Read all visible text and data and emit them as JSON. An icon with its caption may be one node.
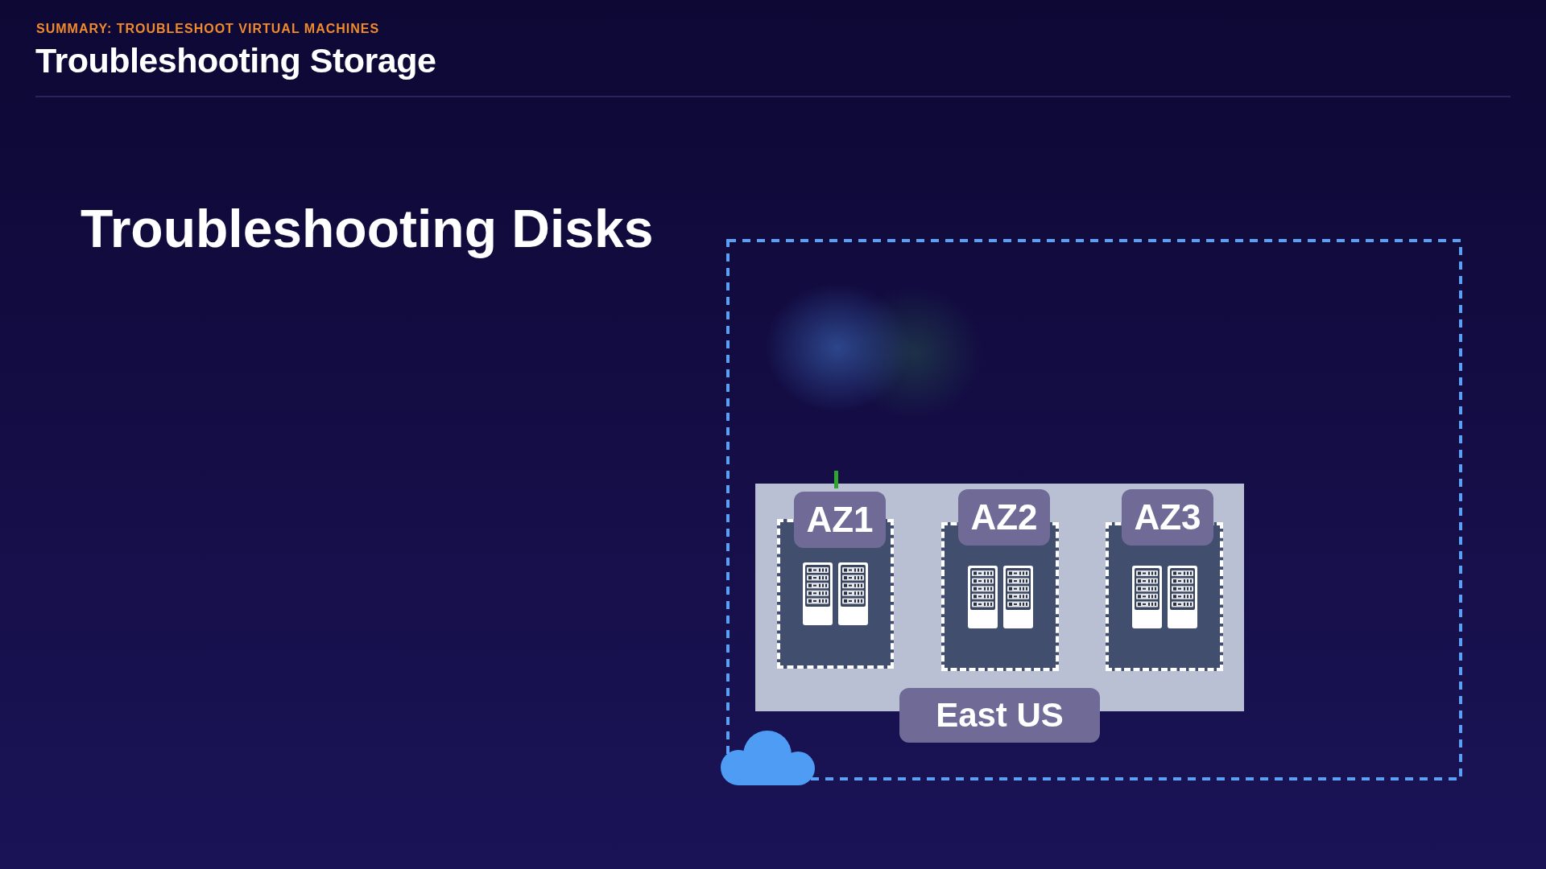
{
  "diagram": {
    "title": "Troubleshooting Disks",
    "nodes": [
      {
        "text": [],
        "shape": "box"
      },
      {
        "text": [
          "East US"
        ],
        "in": 0
      },
      {
        "text": [
          "AZ1"
        ],
        "in": 1
      },
      {
        "text": [
          "AZ2"
        ],
        "in": 1
      },
      {
        "text": [
          "AZ3"
        ],
        "in": 1
      }
    ],
    "labels": [
      "SUMMARY: TROUBLESHOOT VIRTUAL MACHINES",
      "Troubleshooting Storage"
    ]
  }
}
